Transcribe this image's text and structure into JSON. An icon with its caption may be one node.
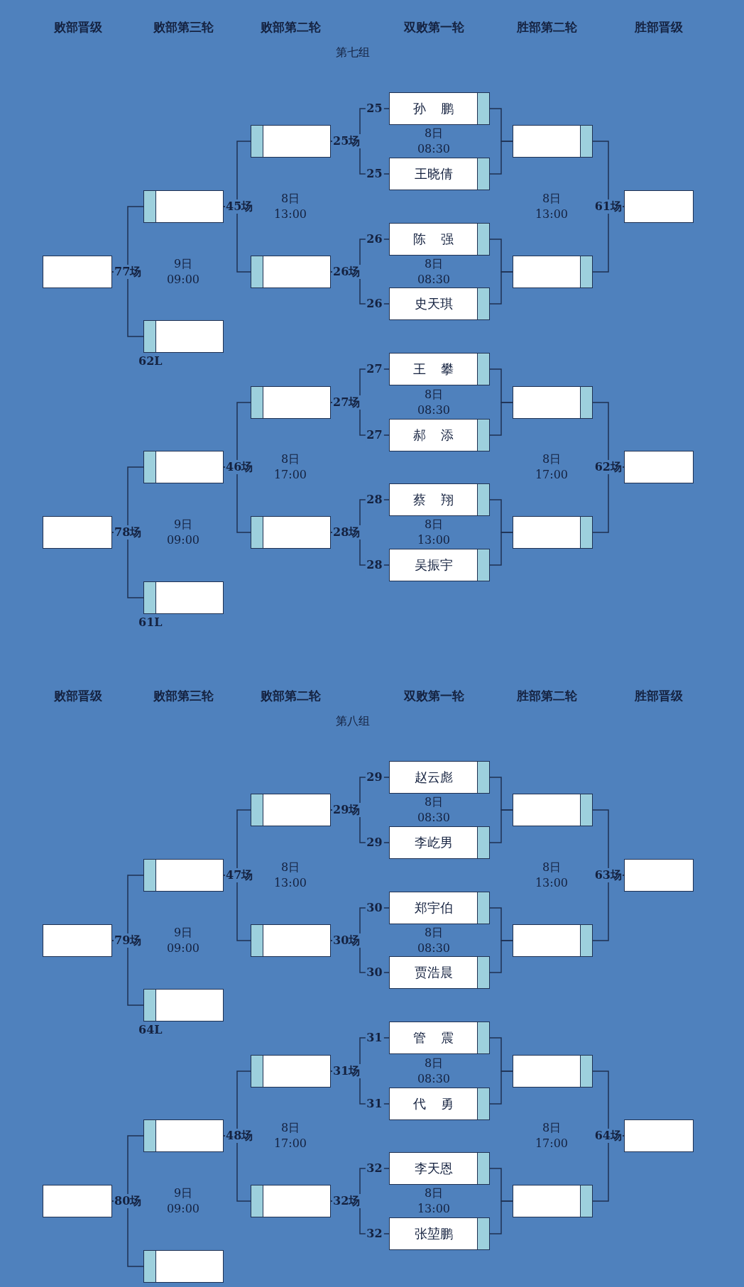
{
  "diagram": {
    "nodes": [
      {
        "text": [
          "孙 鹏"
        ]
      },
      {
        "text": [
          "王晓倩"
        ]
      },
      {
        "text": [
          "陈 强"
        ]
      },
      {
        "text": [
          "史天琪"
        ]
      },
      {
        "text": [
          "王 攀"
        ]
      },
      {
        "text": [
          "郝 添"
        ]
      },
      {
        "text": [
          "蔡 翔"
        ]
      },
      {
        "text": [
          "吴振宇"
        ]
      },
      {
        "text": [],
        "shape": "box",
        "beside": [
          "25场"
        ]
      },
      {
        "text": [],
        "shape": "box",
        "beside": [
          "26场"
        ]
      },
      {
        "text": [],
        "shape": "box",
        "beside": [
          "27场"
        ]
      },
      {
        "text": [],
        "shape": "box",
        "beside": [
          "28场"
        ]
      },
      {
        "text": [],
        "shape": "box",
        "beside": [
          "45场"
        ]
      },
      {
        "text": [],
        "shape": "box",
        "beside": [
          "62L"
        ]
      },
      {
        "text": [],
        "shape": "box",
        "beside": [
          "46场"
        ]
      },
      {
        "text": [],
        "shape": "box",
        "beside": [
          "61L"
        ]
      },
      {
        "text": [],
        "shape": "box",
        "beside": [
          "77场"
        ]
      },
      {
        "text": [],
        "shape": "box",
        "beside": [
          "78场"
        ]
      },
      {
        "text": [],
        "shape": "box"
      },
      {
        "text": [],
        "shape": "box"
      },
      {
        "text": [],
        "shape": "box"
      },
      {
        "text": [],
        "shape": "box"
      },
      {
        "text": [],
        "shape": "box",
        "beside": [
          "61场"
        ]
      },
      {
        "text": [],
        "shape": "box",
        "beside": [
          "62场"
        ]
      },
      {
        "text": [
          "赵云彪"
        ]
      },
      {
        "text": [
          "李屹男"
        ]
      },
      {
        "text": [
          "郑宇伯"
        ]
      },
      {
        "text": [
          "贾浩晨"
        ]
      },
      {
        "text": [
          "管 震"
        ]
      },
      {
        "text": [
          "代 勇"
        ]
      },
      {
        "text": [
          "李天恩"
        ]
      },
      {
        "text": [
          "张堃鹏"
        ]
      },
      {
        "text": [],
        "shape": "box",
        "beside": [
          "29场"
        ]
      },
      {
        "text": [],
        "shape": "box",
        "beside": [
          "30场"
        ]
      },
      {
        "text": [],
        "shape": "box",
        "beside": [
          "31场"
        ]
      },
      {
        "text": [],
        "shape": "box",
        "beside": [
          "32场"
        ]
      },
      {
        "text": [],
        "shape": "box",
        "beside": [
          "47场"
        ]
      },
      {
        "text": [],
        "shape": "box",
        "beside": [
          "64L"
        ]
      },
      {
        "text": [],
        "shape": "box",
        "beside": [
          "48场"
        ]
      },
      {
        "text": [],
        "shape": "box"
      },
      {
        "text": [],
        "shape": "box",
        "beside": [
          "79场"
        ]
      },
      {
        "text": [],
        "shape": "box",
        "beside": [
          "80场"
        ]
      },
      {
        "text": [],
        "shape": "box"
      },
      {
        "text": [],
        "shape": "box"
      },
      {
        "text": [],
        "shape": "box"
      },
      {
        "text": [],
        "shape": "box"
      },
      {
        "text": [],
        "shape": "box",
        "beside": [
          "63场"
        ]
      },
      {
        "text": [],
        "shape": "box",
        "beside": [
          "64场"
        ]
      }
    ],
    "edges": [
      {
        "from": 0,
        "to": 8,
        "arrow": "none",
        "label": "25"
      },
      {
        "from": 1,
        "to": 8,
        "arrow": "none",
        "label": "25"
      },
      {
        "from": 2,
        "to": 9,
        "arrow": "none",
        "label": "26"
      },
      {
        "from": 3,
        "to": 9,
        "arrow": "none",
        "label": "26"
      },
      {
        "from": 4,
        "to": 10,
        "arrow": "none",
        "label": "27"
      },
      {
        "from": 5,
        "to": 10,
        "arrow": "none",
        "label": "27"
      },
      {
        "from": 6,
        "to": 11,
        "arrow": "none",
        "label": "28"
      },
      {
        "from": 7,
        "to": 11,
        "arrow": "none",
        "label": "28"
      },
      {
        "from": 0,
        "to": 18,
        "arrow": "none"
      },
      {
        "from": 1,
        "to": 18,
        "arrow": "none"
      },
      {
        "from": 2,
        "to": 19,
        "arrow": "none"
      },
      {
        "from": 3,
        "to": 19,
        "arrow": "none"
      },
      {
        "from": 4,
        "to": 20,
        "arrow": "none"
      },
      {
        "from": 5,
        "to": 20,
        "arrow": "none"
      },
      {
        "from": 6,
        "to": 21,
        "arrow": "none"
      },
      {
        "from": 7,
        "to": 21,
        "arrow": "none"
      },
      {
        "from": 8,
        "to": 12,
        "arrow": "none"
      },
      {
        "from": 9,
        "to": 12,
        "arrow": "none"
      },
      {
        "from": 10,
        "to": 14,
        "arrow": "none"
      },
      {
        "from": 11,
        "to": 14,
        "arrow": "none"
      },
      {
        "from": 12,
        "to": 16,
        "arrow": "none"
      },
      {
        "from": 13,
        "to": 16,
        "arrow": "none"
      },
      {
        "from": 14,
        "to": 17,
        "arrow": "none"
      },
      {
        "from": 15,
        "to": 17,
        "arrow": "none"
      },
      {
        "from": 18,
        "to": 22,
        "arrow": "none"
      },
      {
        "from": 19,
        "to": 22,
        "arrow": "none"
      },
      {
        "from": 20,
        "to": 23,
        "arrow": "none"
      },
      {
        "from": 21,
        "to": 23,
        "arrow": "none"
      },
      {
        "from": 24,
        "to": 32,
        "arrow": "none",
        "label": "29"
      },
      {
        "from": 25,
        "to": 32,
        "arrow": "none",
        "label": "29"
      },
      {
        "from": 26,
        "to": 33,
        "arrow": "none",
        "label": "30"
      },
      {
        "from": 27,
        "to": 33,
        "arrow": "none",
        "label": "30"
      },
      {
        "from": 28,
        "to": 34,
        "arrow": "none",
        "label": "31"
      },
      {
        "from": 29,
        "to": 34,
        "arrow": "none",
        "label": "31"
      },
      {
        "from": 30,
        "to": 35,
        "arrow": "none",
        "label": "32"
      },
      {
        "from": 31,
        "to": 35,
        "arrow": "none",
        "label": "32"
      },
      {
        "from": 24,
        "to": 42,
        "arrow": "none"
      },
      {
        "from": 25,
        "to": 42,
        "arrow": "none"
      },
      {
        "from": 26,
        "to": 43,
        "arrow": "none"
      },
      {
        "from": 27,
        "to": 43,
        "arrow": "none"
      },
      {
        "from": 28,
        "to": 44,
        "arrow": "none"
      },
      {
        "from": 29,
        "to": 44,
        "arrow": "none"
      },
      {
        "from": 30,
        "to": 45,
        "arrow": "none"
      },
      {
        "from": 31,
        "to": 45,
        "arrow": "none"
      },
      {
        "from": 32,
        "to": 36,
        "arrow": "none"
      },
      {
        "from": 33,
        "to": 36,
        "arrow": "none"
      },
      {
        "from": 34,
        "to": 38,
        "arrow": "none"
      },
      {
        "from": 35,
        "to": 38,
        "arrow": "none"
      },
      {
        "from": 36,
        "to": 40,
        "arrow": "none"
      },
      {
        "from": 37,
        "to": 40,
        "arrow": "none"
      },
      {
        "from": 38,
        "to": 41,
        "arrow": "none"
      },
      {
        "from": 39,
        "to": 41,
        "arrow": "none"
      },
      {
        "from": 42,
        "to": 46,
        "arrow": "none"
      },
      {
        "from": 43,
        "to": 46,
        "arrow": "none"
      },
      {
        "from": 44,
        "to": 47,
        "arrow": "none"
      },
      {
        "from": 45,
        "to": 47,
        "arrow": "none"
      }
    ],
    "labels": [
      "败部晋级",
      "败部第三轮",
      "败部第二轮",
      "双败第一轮",
      "胜部第二轮",
      "胜部晋级",
      "第七组",
      "8日 08:30",
      "8日 08:30",
      "8日 08:30",
      "8日 13:00",
      "8日 13:00",
      "8日 17:00",
      "9日 09:00",
      "9日 09:00",
      "8日 13:00",
      "8日 17:00",
      "败部晋级",
      "败部第三轮",
      "败部第二轮",
      "双败第一轮",
      "胜部第二轮",
      "胜部晋级",
      "第八组",
      "8日 08:30",
      "8日 08:30",
      "8日 08:30",
      "8日 13:00",
      "8日 13:00",
      "8日 17:00",
      "9日 09:00",
      "9日 09:00",
      "8日 13:00",
      "8日 17:00"
    ]
  }
}
